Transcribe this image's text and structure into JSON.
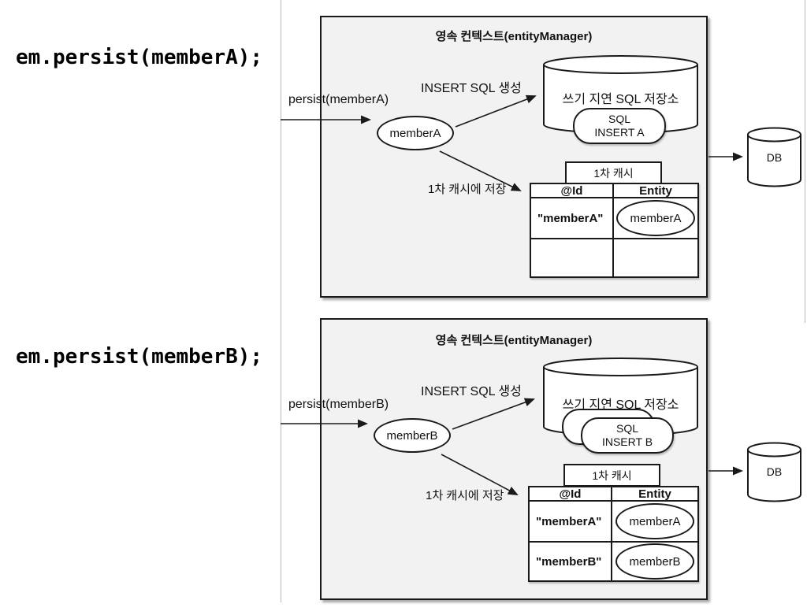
{
  "left_column": {
    "code_a": "em.persist(memberA);",
    "code_b": "em.persist(memberB);"
  },
  "panel_a": {
    "title": "영속 컨텍스트(entityManager)",
    "persist_arrow_label": "persist(memberA)",
    "insert_sql_label": "INSERT SQL 생성",
    "first_cache_store_label": "1차 캐시에 저장",
    "entity_node_label": "memberA",
    "storage": {
      "title": "쓰기 지연 SQL 저장소",
      "sql_box": {
        "line1": "SQL",
        "line2": "INSERT A"
      }
    },
    "cache": {
      "label": "1차 캐시",
      "headers": [
        "@Id",
        "Entity"
      ],
      "rows": [
        {
          "id": "\"memberA\"",
          "entity": "memberA"
        },
        {
          "id": "",
          "entity": ""
        }
      ]
    },
    "db_label": "DB"
  },
  "panel_b": {
    "title": "영속 컨텍스트(entityManager)",
    "persist_arrow_label": "persist(memberB)",
    "insert_sql_label": "INSERT SQL 생성",
    "first_cache_store_label": "1차 캐시에 저장",
    "entity_node_label": "memberB",
    "storage": {
      "title": "쓰기 지연 SQL 저장소",
      "sql_box": {
        "line1": "SQL",
        "line2": "INSERT B"
      }
    },
    "cache": {
      "label": "1차 캐시",
      "headers": [
        "@Id",
        "Entity"
      ],
      "rows": [
        {
          "id": "\"memberA\"",
          "entity": "memberA"
        },
        {
          "id": "\"memberB\"",
          "entity": "memberB"
        }
      ]
    },
    "db_label": "DB"
  },
  "colors": {
    "panel_background": "#f2f2f2",
    "shape_stroke": "#1a1a1a",
    "divider_line": "#b9b9b9",
    "text": "#000000"
  }
}
